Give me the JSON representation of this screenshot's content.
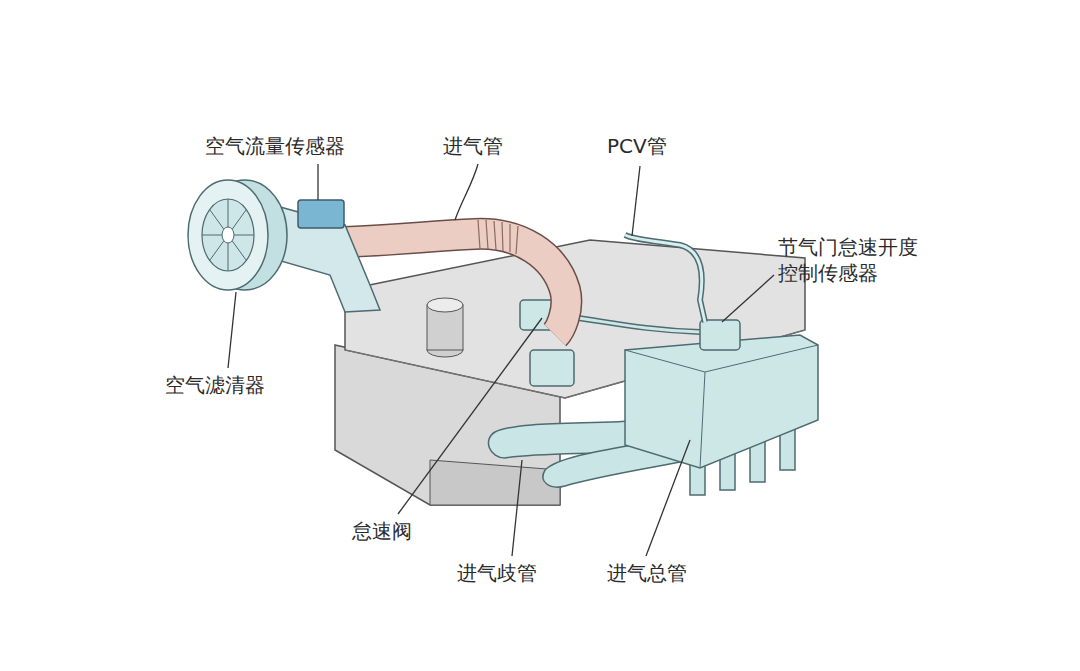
{
  "diagram": {
    "labels": [
      "空气流量传感器",
      "进气管",
      "PCV管",
      "节气门怠速开度 控制传感器",
      "空气滤清器",
      "怠速阀",
      "进气歧管",
      "进气总管"
    ]
  }
}
